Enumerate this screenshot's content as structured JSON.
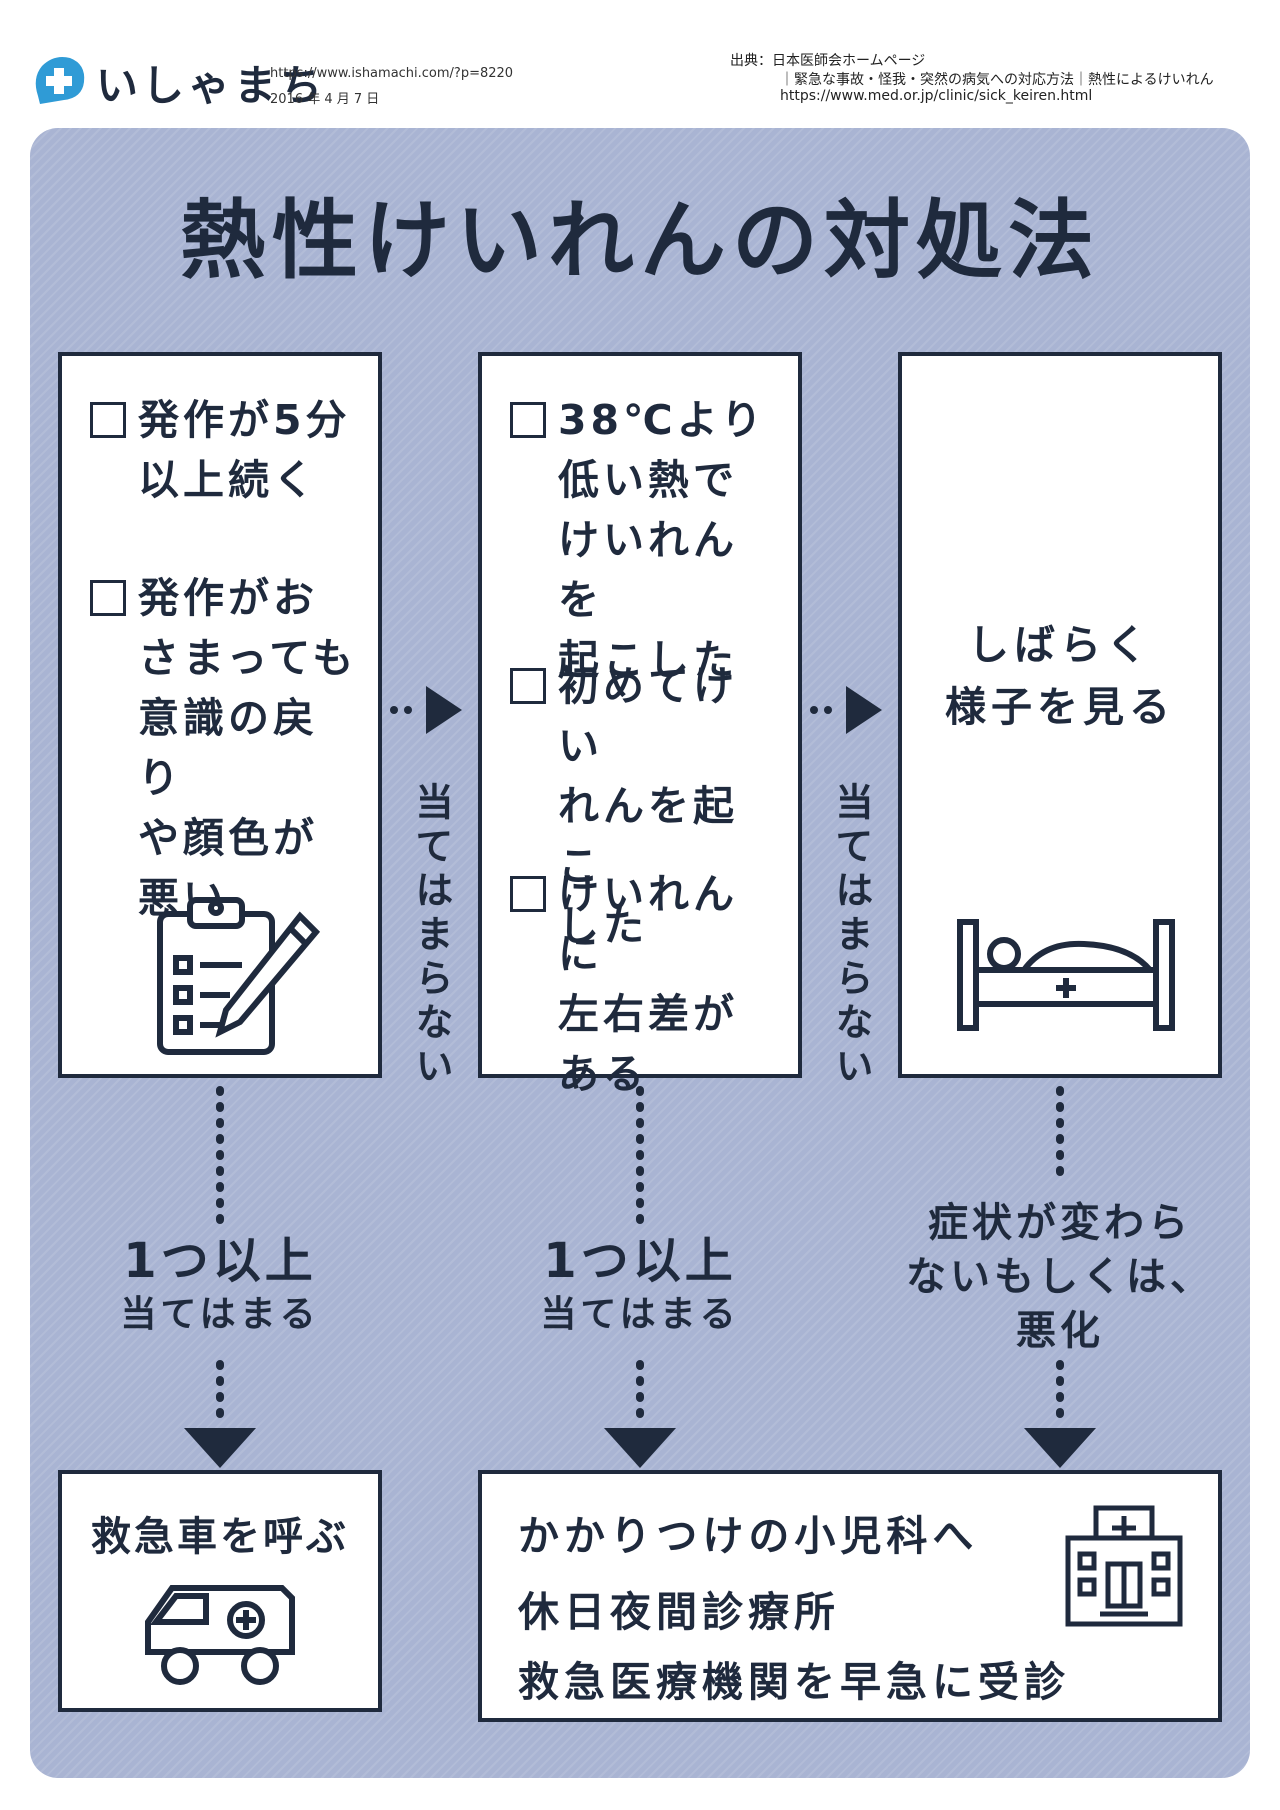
{
  "header": {
    "logo_text": "いしゃまち",
    "url": "https://www.ishamachi.com/?p=8220",
    "date": "2016 年 4 月 7 日",
    "source_line1": "出典：日本医師会ホームページ",
    "source_line2": "｜緊急な事故・怪我・突然の病気への対応方法｜熱性によるけいれん",
    "source_url": "https://www.med.or.jp/clinic/sick_keiren.html"
  },
  "title": "熱性けいれんの対処法",
  "column1": {
    "item1": [
      "発作が5分",
      "以上続く"
    ],
    "item2": [
      "発作がお",
      "さまっても",
      "意識の戻り",
      "や顔色が",
      "悪い"
    ]
  },
  "connector1": "当てはまらない",
  "column2": {
    "item1": [
      "38℃より",
      "低い熱で",
      "けいれんを",
      "起こした"
    ],
    "item2": [
      "初めてけい",
      "れんを起こ",
      "した"
    ],
    "item3": [
      "けいれんに",
      "左右差が",
      "ある"
    ]
  },
  "connector2": "当てはまらない",
  "column3": {
    "text": [
      "しばらく",
      "様子を見る"
    ]
  },
  "flow1": {
    "line1": "1つ以上",
    "line2": "当てはまる"
  },
  "flow2": {
    "line1": "1つ以上",
    "line2": "当てはまる"
  },
  "flow3": {
    "lines": [
      "症状が変わら",
      "ないもしくは、",
      "悪化"
    ]
  },
  "outcome1": "救急車を呼ぶ",
  "outcome2": [
    "かかりつけの小児科へ",
    "休日夜間診療所",
    "救急医療機関を早急に受診"
  ],
  "colors": {
    "navy": "#1f2a3d",
    "panel": "#a9b4d3",
    "logo_blue": "#2f9bd6"
  },
  "icons": [
    "cross-logo-icon",
    "clipboard-pencil-icon",
    "bed-icon",
    "ambulance-icon",
    "hospital-icon"
  ]
}
